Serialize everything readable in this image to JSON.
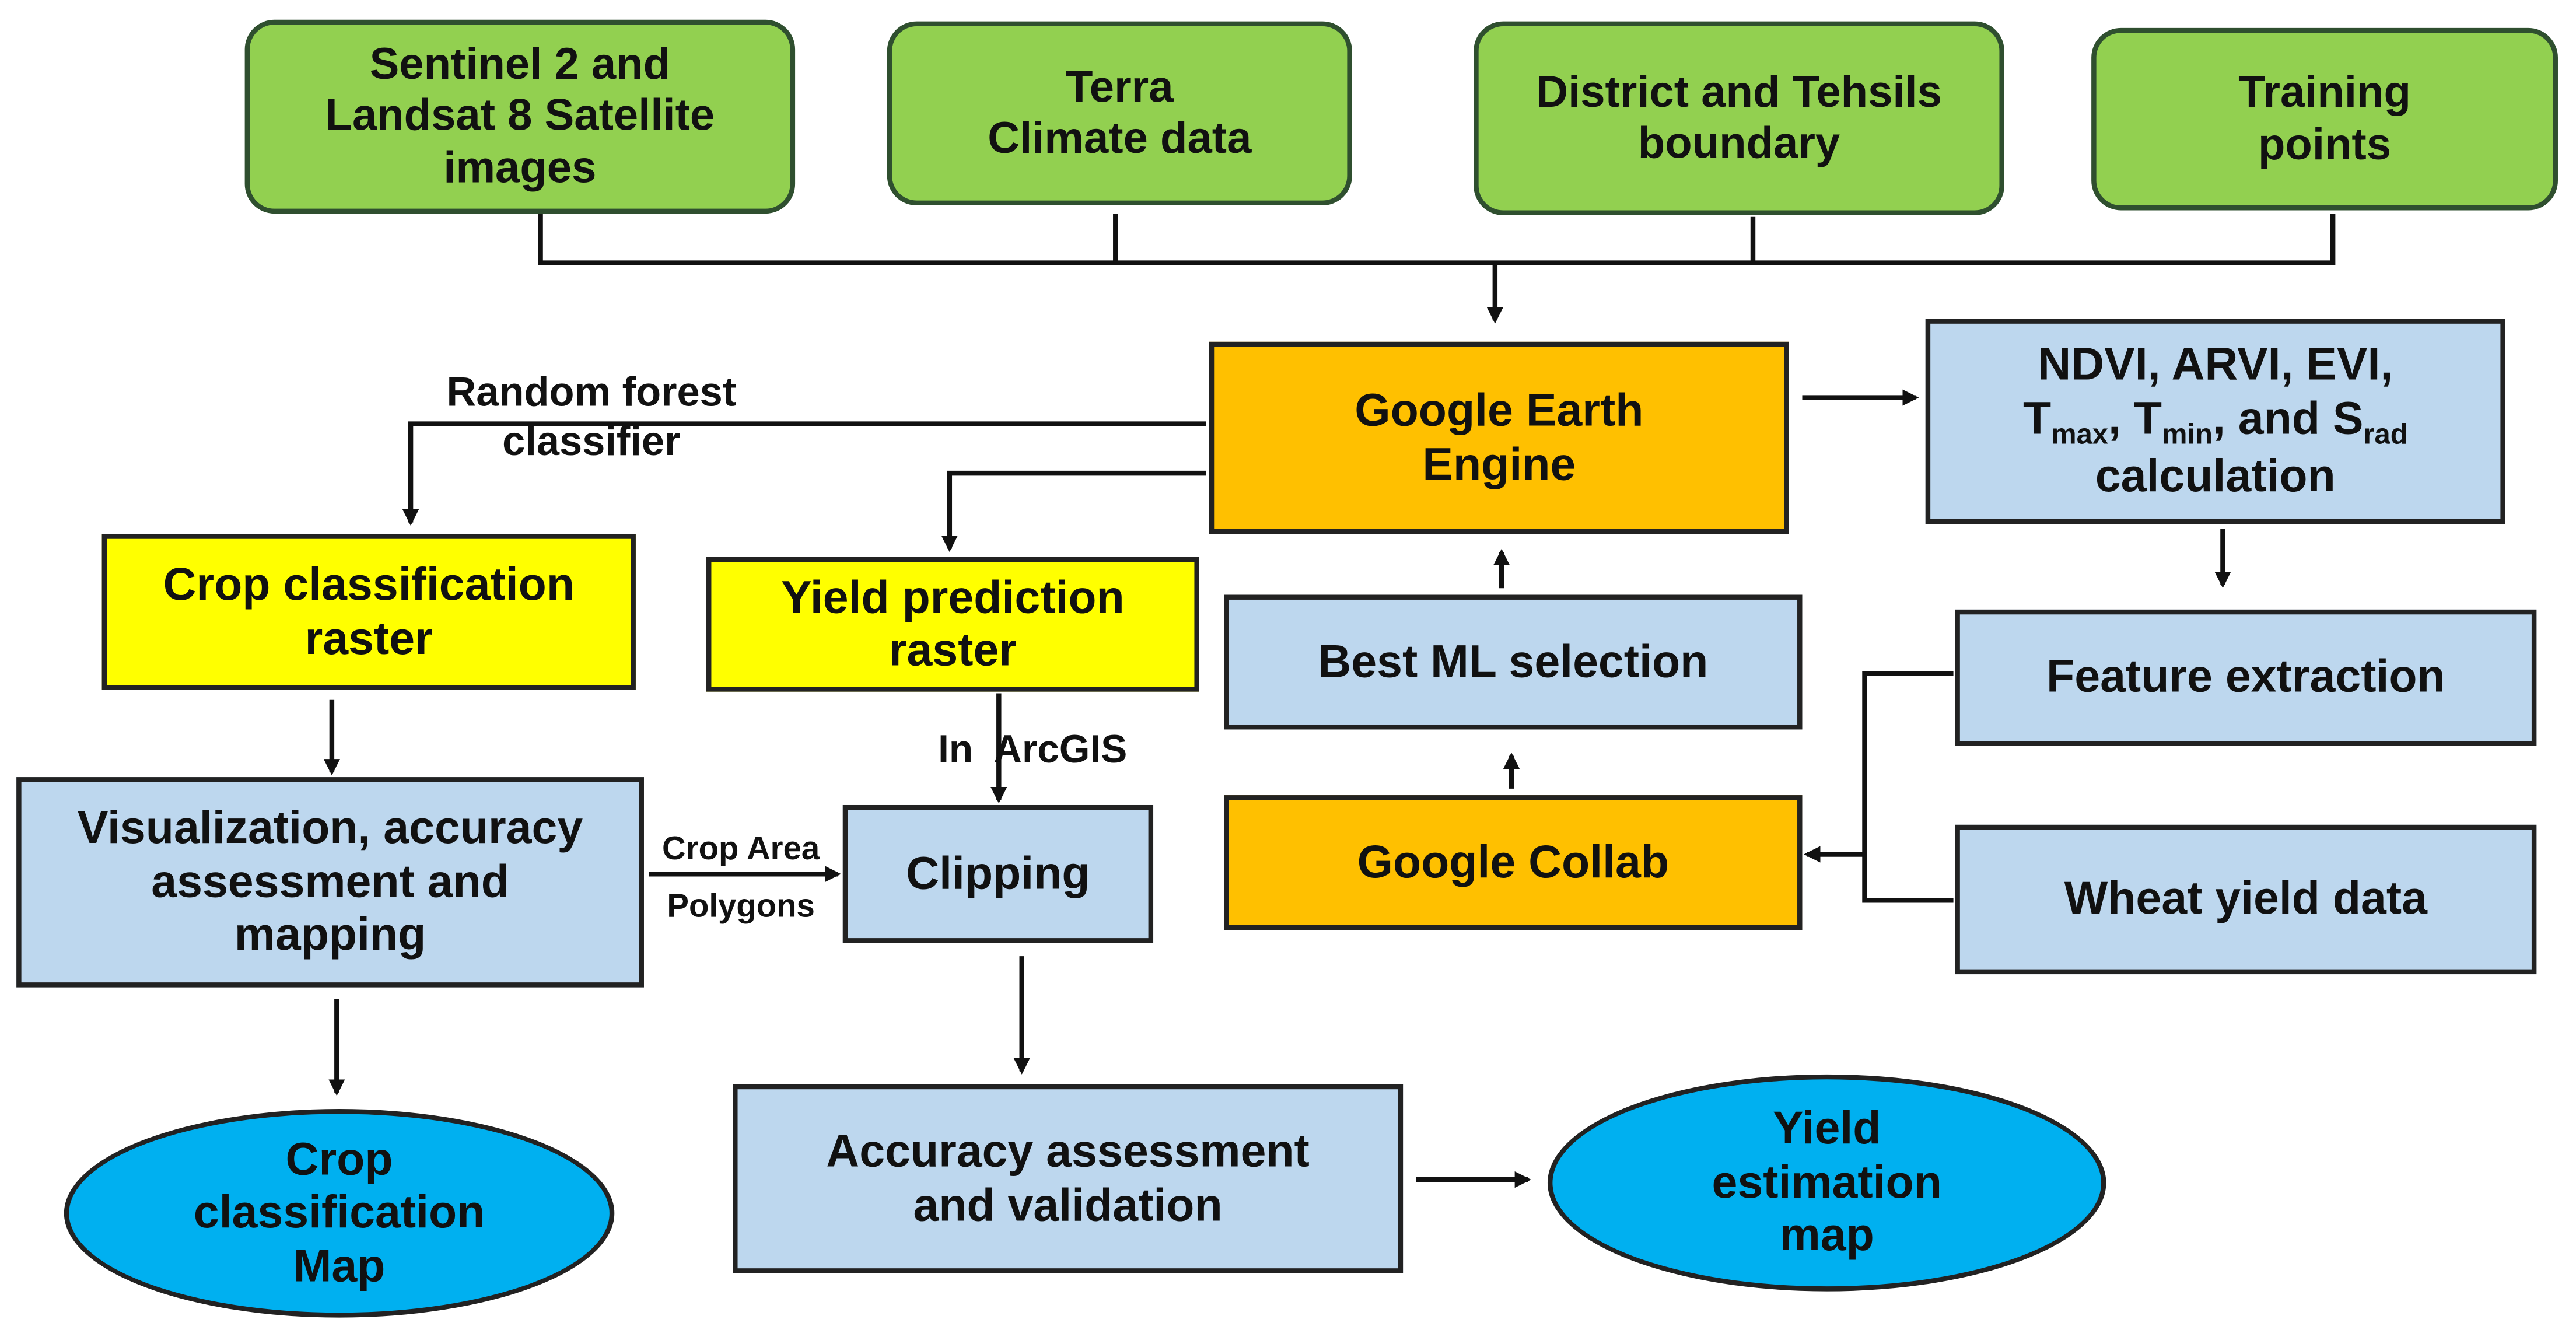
{
  "inputs": {
    "satellite": "Sentinel 2 and\nLandsat 8 Satellite\nimages",
    "climate": "Terra\nClimate data",
    "boundary": "District and Tehsils\nboundary",
    "training": "Training\npoints"
  },
  "gee": "Google Earth\nEngine",
  "indices": {
    "line1": "NDVI, ARVI, EVI,",
    "t": "T",
    "tmax_sub": "max",
    "sep1": ", T",
    "tmin_sub": "min",
    "sep2": ", and S",
    "srad_sub": "rad",
    "line3": "calculation"
  },
  "labels": {
    "random_forest": "Random forest\nclassifier",
    "in_arcgis": "In  ArcGIS",
    "crop_area": "Crop Area\nPolygons"
  },
  "crop_raster": "Crop classification\nraster",
  "yield_raster": "Yield prediction\nraster",
  "best_ml": "Best ML selection",
  "feature": "Feature extraction",
  "visualization": "Visualization, accuracy\nassessment and\nmapping",
  "clipping": "Clipping",
  "collab": "Google Collab",
  "wheat": "Wheat yield data",
  "accuracy": "Accuracy assessment\nand validation",
  "crop_map": "Crop\nclassification\nMap",
  "yield_map": "Yield\nestimation\nmap",
  "colors": {
    "input_fill": "#92d050",
    "engine_fill": "#ffc000",
    "raster_fill": "#ffff00",
    "process_fill": "#bdd7ee",
    "output_fill": "#00b0f0"
  }
}
